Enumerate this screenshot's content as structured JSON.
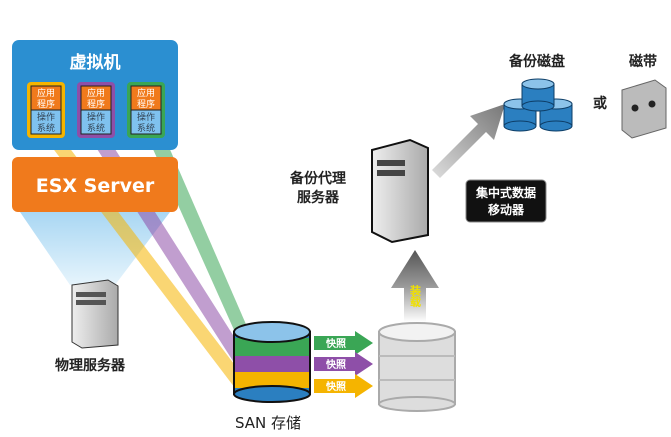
{
  "vm": {
    "title": "虚拟机",
    "cards": [
      {
        "app": [
          "应用",
          "程序"
        ],
        "os": [
          "操作",
          "系统"
        ],
        "color": "#f5b400"
      },
      {
        "app": [
          "应用",
          "程序"
        ],
        "os": [
          "操作",
          "系统"
        ],
        "color": "#8e4fa8"
      },
      {
        "app": [
          "应用",
          "程序"
        ],
        "os": [
          "操作",
          "系统"
        ],
        "color": "#3aa655"
      }
    ]
  },
  "esx": {
    "label": "ESX Server"
  },
  "physical": {
    "label": "物理服务器"
  },
  "san": {
    "label": "SAN 存储"
  },
  "snapshots": [
    "快照",
    "快照",
    "快照"
  ],
  "mount": {
    "label": "装载"
  },
  "proxy": {
    "label": [
      "备份代理",
      "服务器"
    ]
  },
  "mover": {
    "label": [
      "集中式数据",
      "移动器"
    ]
  },
  "disk": {
    "label": "备份磁盘"
  },
  "or": "或",
  "tape": {
    "label": "磁带"
  },
  "colors": {
    "vm_blue": "#2b8fd1",
    "esx_orange": "#f07a1c",
    "yellow": "#f5b400",
    "purple": "#8e4fa8",
    "green": "#3aa655"
  }
}
